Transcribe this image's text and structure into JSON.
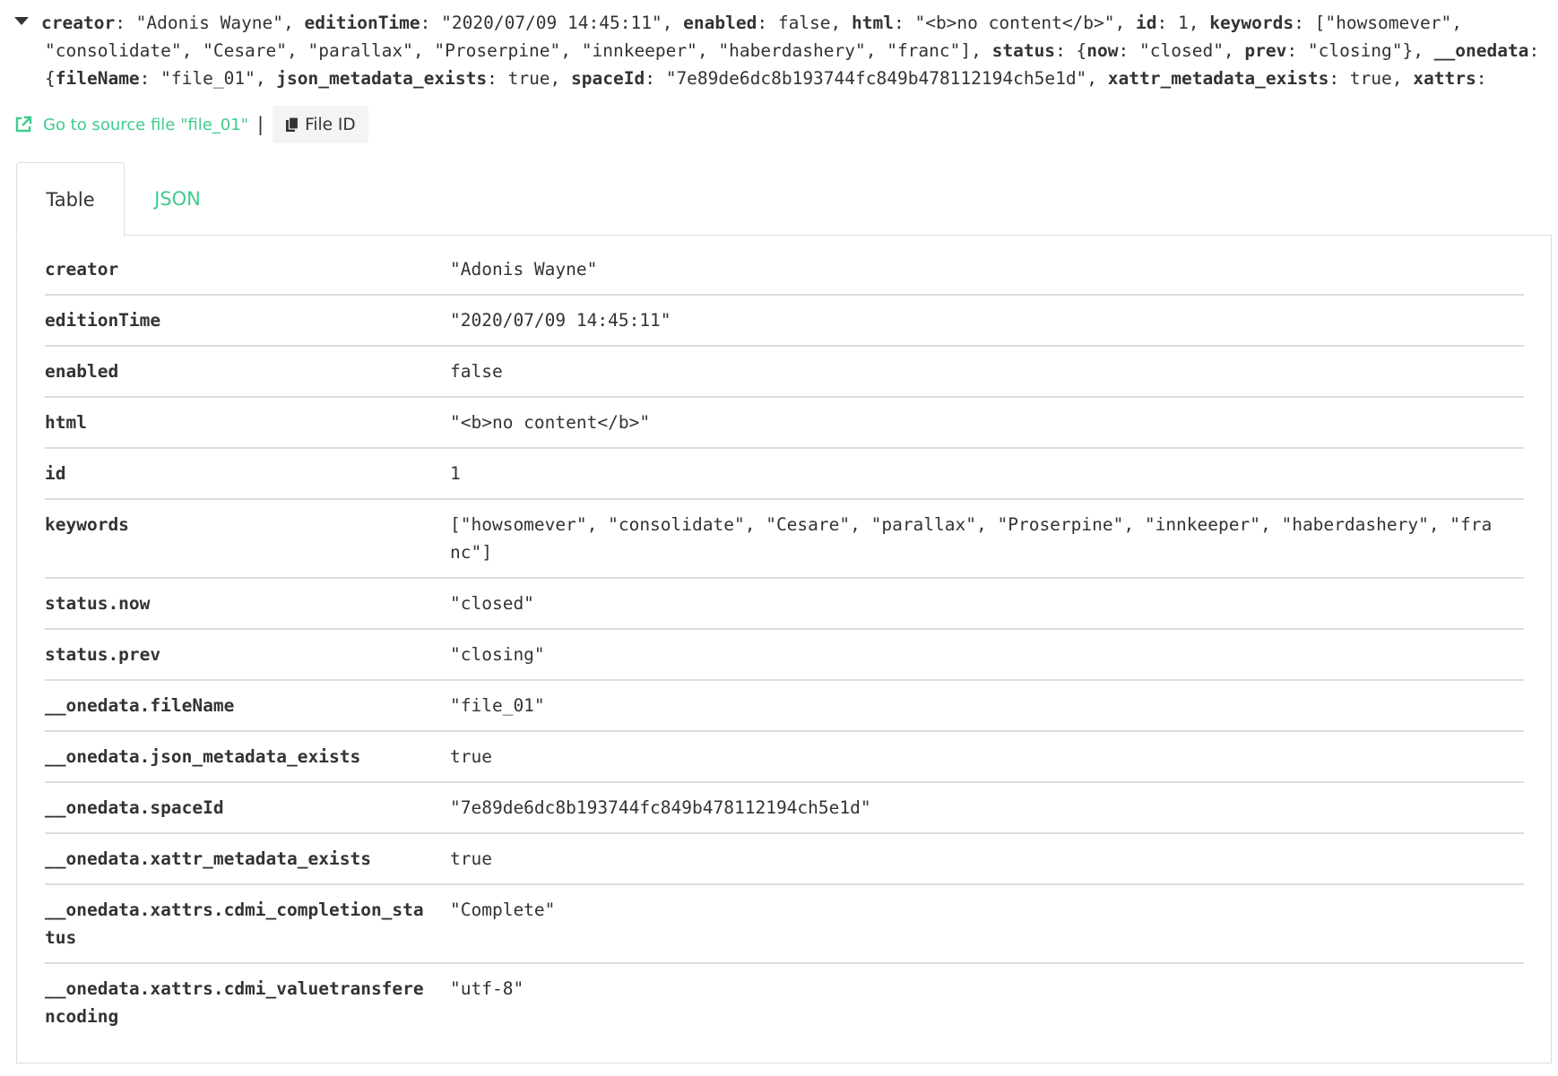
{
  "summary": {
    "line1_parts": [
      {
        "k": "creator",
        "v": "\"Adonis Wayne\""
      },
      {
        "k": "editionTime",
        "v": "\"2020/07/09 14:45:11\""
      },
      {
        "k": "enabled",
        "v": "false"
      },
      {
        "k": "html",
        "v": "\"<b>no content</b>\""
      },
      {
        "k": "id",
        "v": "1"
      },
      {
        "k": "keywords",
        "v": "[\"howsomever\","
      }
    ],
    "line2_text_a": "\"consolidate\", \"Cesare\", \"parallax\", \"Proserpine\", \"innkeeper\", \"haberdashery\", \"franc\"], ",
    "line2_key_status": "status",
    "line2_text_b": ": {",
    "line2_key_now": "now",
    "line2_text_c": ": \"closed\", ",
    "line2_key_prev": "prev",
    "line2_text_d": ": \"closing\"}, ",
    "line2_key_onedata": "__onedata",
    "line2_text_e": ":",
    "line3_text_a": "{",
    "line3_key_filename": "fileName",
    "line3_text_b": ": \"file_01\", ",
    "line3_key_json": "json_metadata_exists",
    "line3_text_c": ": true, ",
    "line3_key_space": "spaceId",
    "line3_text_d": ": \"7e89de6dc8b193744fc849b478112194ch5e1d\", ",
    "line3_key_xattr": "xattr_metadata_exists",
    "line3_text_e": ": true, ",
    "line3_key_xattrs": "xattrs",
    "line3_text_f": ":"
  },
  "actions": {
    "source_link": "Go to source file \"file_01\"",
    "separator": "|",
    "file_id_button": "File ID"
  },
  "tabs": {
    "table": "Table",
    "json": "JSON",
    "active": "Table"
  },
  "rows": [
    {
      "key": "creator",
      "value": "\"Adonis Wayne\""
    },
    {
      "key": "editionTime",
      "value": "\"2020/07/09 14:45:11\""
    },
    {
      "key": "enabled",
      "value": "false"
    },
    {
      "key": "html",
      "value": "\"<b>no content</b>\""
    },
    {
      "key": "id",
      "value": "1"
    },
    {
      "key": "keywords",
      "value": "[\"howsomever\", \"consolidate\", \"Cesare\", \"parallax\", \"Proserpine\", \"innkeeper\", \"haberdashery\", \"franc\"]"
    },
    {
      "key": "status.now",
      "value": "\"closed\""
    },
    {
      "key": "status.prev",
      "value": "\"closing\""
    },
    {
      "key": "__onedata.fileName",
      "value": "\"file_01\""
    },
    {
      "key": "__onedata.json_metadata_exists",
      "value": "true"
    },
    {
      "key": "__onedata.spaceId",
      "value": "\"7e89de6dc8b193744fc849b478112194ch5e1d\""
    },
    {
      "key": "__onedata.xattr_metadata_exists",
      "value": "true"
    },
    {
      "key": "__onedata.xattrs.cdmi_completion_status",
      "value": "\"Complete\""
    },
    {
      "key": "__onedata.xattrs.cdmi_valuetransferencoding",
      "value": "\"utf-8\""
    }
  ],
  "colors": {
    "accent": "#3fcc8c",
    "text": "#333333",
    "border": "#dddddd"
  }
}
